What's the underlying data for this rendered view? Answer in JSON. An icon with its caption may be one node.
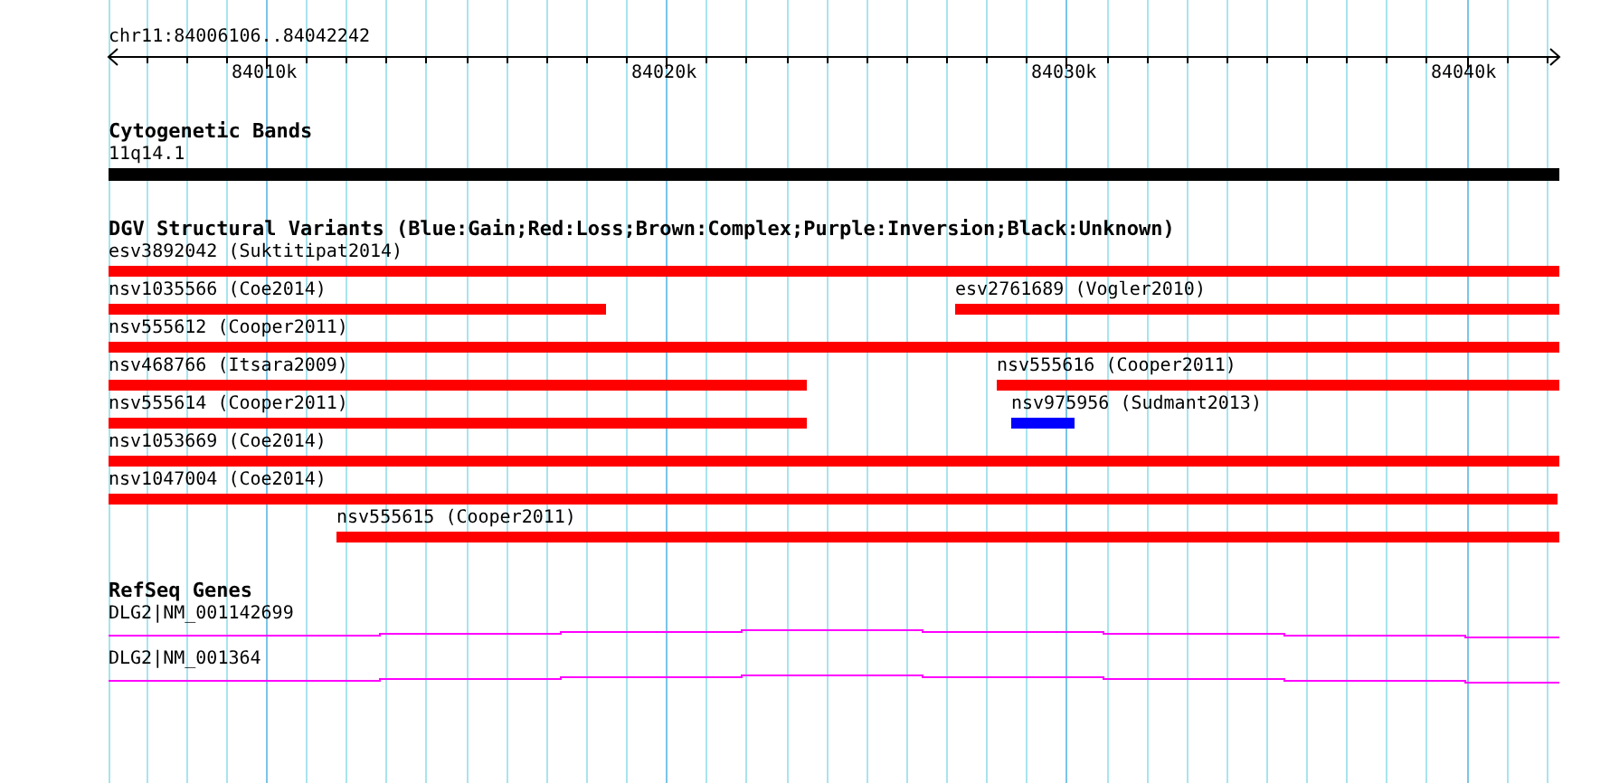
{
  "diagram": {
    "nodes": [
      {
        "text": [
          "11q14.1"
        ]
      },
      {
        "text": [
          "esv3892042 (Suktitipat2014)"
        ]
      },
      {
        "text": [
          "nsv1035566 (Coe2014)"
        ]
      },
      {
        "text": [
          "esv2761689 (Vogler2010)"
        ]
      },
      {
        "text": [
          "nsv555612 (Cooper2011)"
        ]
      },
      {
        "text": [
          "nsv468766 (Itsara2009)"
        ]
      },
      {
        "text": [
          "nsv555616 (Cooper2011)"
        ]
      },
      {
        "text": [
          "nsv555614 (Cooper2011)"
        ]
      },
      {
        "text": [
          "nsv975956 (Sudmant2013)"
        ]
      },
      {
        "text": [
          "nsv1053669 (Coe2014)"
        ]
      },
      {
        "text": [
          "nsv1047004 (Coe2014)"
        ]
      },
      {
        "text": [
          "nsv555615 (Cooper2011)"
        ]
      },
      {
        "text": [
          "DLG2|NM_001142699"
        ]
      },
      {
        "text": [
          "DLG2|NM_001364"
        ]
      }
    ],
    "labels": [
      "chr11:84006106..84042242",
      "84010k",
      "84020k",
      "84030k",
      "84040k",
      "Cytogenetic Bands",
      "DGV Structural Variants (Blue:Gain;Red:Loss;Brown:Complex;Purple:Inversion;Black:Unknown)",
      "RefSeq Genes"
    ]
  }
}
